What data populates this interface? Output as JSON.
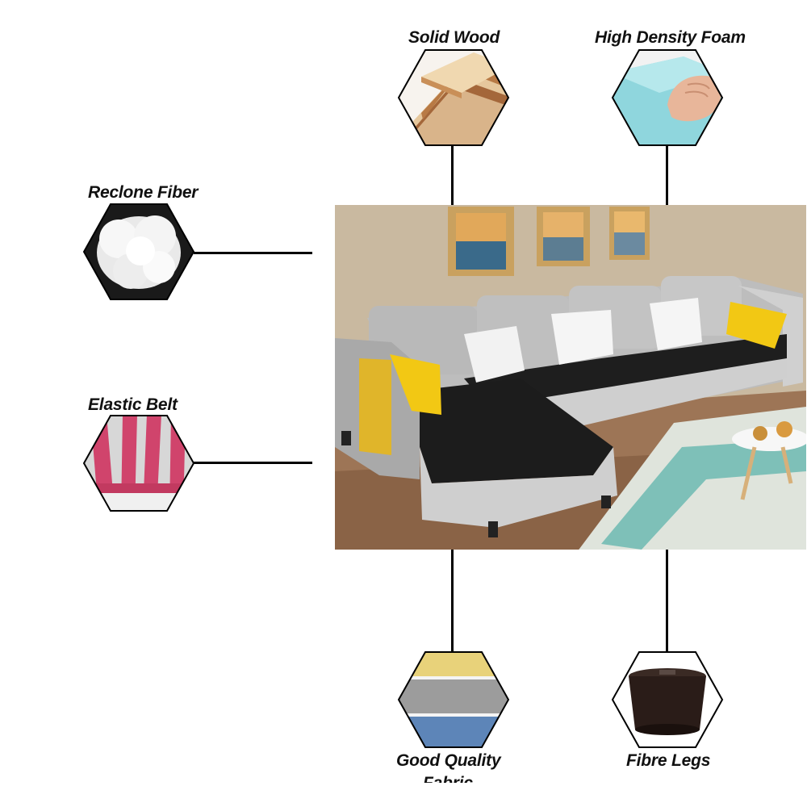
{
  "features": {
    "solid_wood": "Solid Wood",
    "foam": "High Density Foam",
    "fiber": "Reclone Fiber",
    "belt": "Elastic Belt",
    "fabric": "Good Quality",
    "fabric_cut": "Fabric",
    "legs": "Fibre Legs"
  },
  "colors": {
    "sofa_grey": "#c9c9c9",
    "cushion_black": "#1e1e1e",
    "pillow_yellow": "#f2c814",
    "foam_blue": "#8fd6dd",
    "belt_pink": "#d0446c"
  }
}
